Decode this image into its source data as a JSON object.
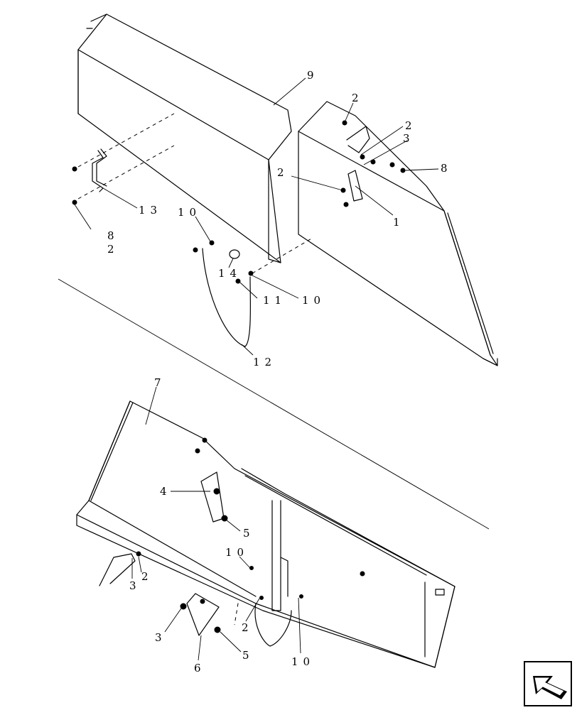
{
  "callouts": [
    {
      "id": "c9",
      "text": "9"
    },
    {
      "id": "c2a",
      "text": "2"
    },
    {
      "id": "c2b",
      "text": "2"
    },
    {
      "id": "c3a",
      "text": "3"
    },
    {
      "id": "c8a",
      "text": "8"
    },
    {
      "id": "c2c",
      "text": "2"
    },
    {
      "id": "c1",
      "text": "1"
    },
    {
      "id": "c13",
      "text": "13"
    },
    {
      "id": "c10a",
      "text": "10"
    },
    {
      "id": "c8b",
      "text": "8"
    },
    {
      "id": "c2d",
      "text": "2"
    },
    {
      "id": "c14",
      "text": "14"
    },
    {
      "id": "c11",
      "text": "11"
    },
    {
      "id": "c10b",
      "text": "10"
    },
    {
      "id": "c12",
      "text": "12"
    },
    {
      "id": "c7",
      "text": "7"
    },
    {
      "id": "c4",
      "text": "4"
    },
    {
      "id": "c5a",
      "text": "5"
    },
    {
      "id": "c10c",
      "text": "10"
    },
    {
      "id": "c3b",
      "text": "3"
    },
    {
      "id": "c2e",
      "text": "2"
    },
    {
      "id": "c3c",
      "text": "3"
    },
    {
      "id": "c2f",
      "text": "2"
    },
    {
      "id": "c5b",
      "text": "5"
    },
    {
      "id": "c6",
      "text": "6"
    },
    {
      "id": "c10d",
      "text": "10"
    }
  ],
  "icons": {
    "navigation": "arrow-nav-icon"
  }
}
